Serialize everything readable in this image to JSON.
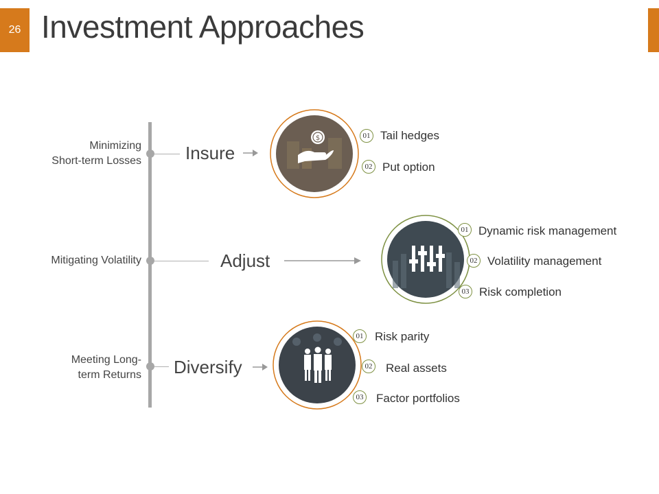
{
  "slide": {
    "number": "26",
    "title": "Investment Approaches"
  },
  "colors": {
    "accent": "#d67a1c",
    "olive": "#7e9143",
    "timeline": "#a7a7a7"
  },
  "rows": [
    {
      "goal_line1": "Minimizing",
      "goal_line2": "Short-term Losses",
      "approach": "Insure",
      "icon": "hand-holding-coin-icon",
      "items": [
        {
          "num": "01",
          "label": "Tail hedges"
        },
        {
          "num": "02",
          "label": "Put option"
        }
      ]
    },
    {
      "goal_line1": "Mitigating Volatility",
      "approach": "Adjust",
      "icon": "equalizer-sliders-icon",
      "items": [
        {
          "num": "01",
          "label": "Dynamic risk management"
        },
        {
          "num": "02",
          "label": "Volatility management"
        },
        {
          "num": "03",
          "label": "Risk completion"
        }
      ]
    },
    {
      "goal_line1": "Meeting Long-",
      "goal_line2": "term Returns",
      "approach": "Diversify",
      "icon": "group-of-people-icon",
      "items": [
        {
          "num": "01",
          "label": "Risk parity"
        },
        {
          "num": "02",
          "label": "Real  assets"
        },
        {
          "num": "03",
          "label": "Factor portfolios"
        }
      ]
    }
  ]
}
